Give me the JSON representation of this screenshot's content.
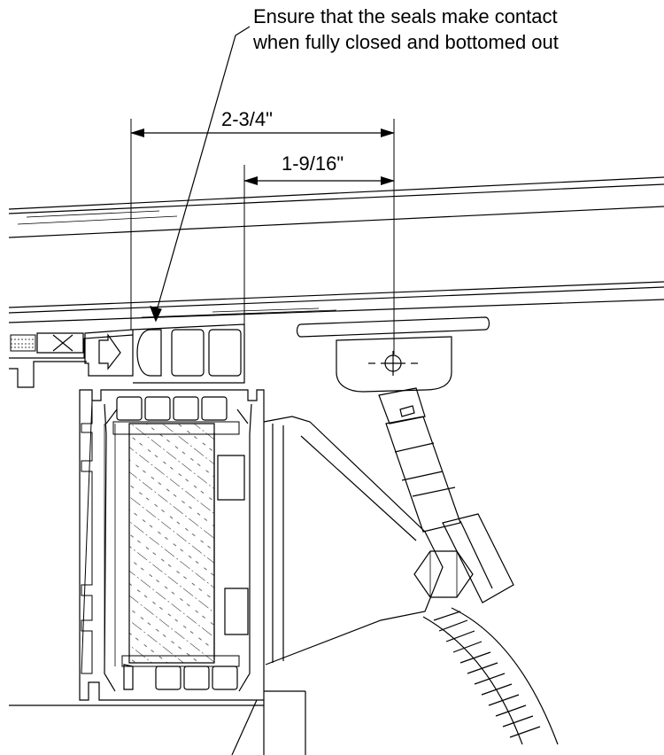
{
  "note": {
    "line1": "Ensure that the seals make contact",
    "line2": "when fully closed and bottomed out"
  },
  "dimensions": {
    "overall_width": "2-3/4\"",
    "offset_width": "1-9/16\""
  },
  "colors": {
    "line": "#000000",
    "background": "#ffffff",
    "hatch": "#000000"
  }
}
